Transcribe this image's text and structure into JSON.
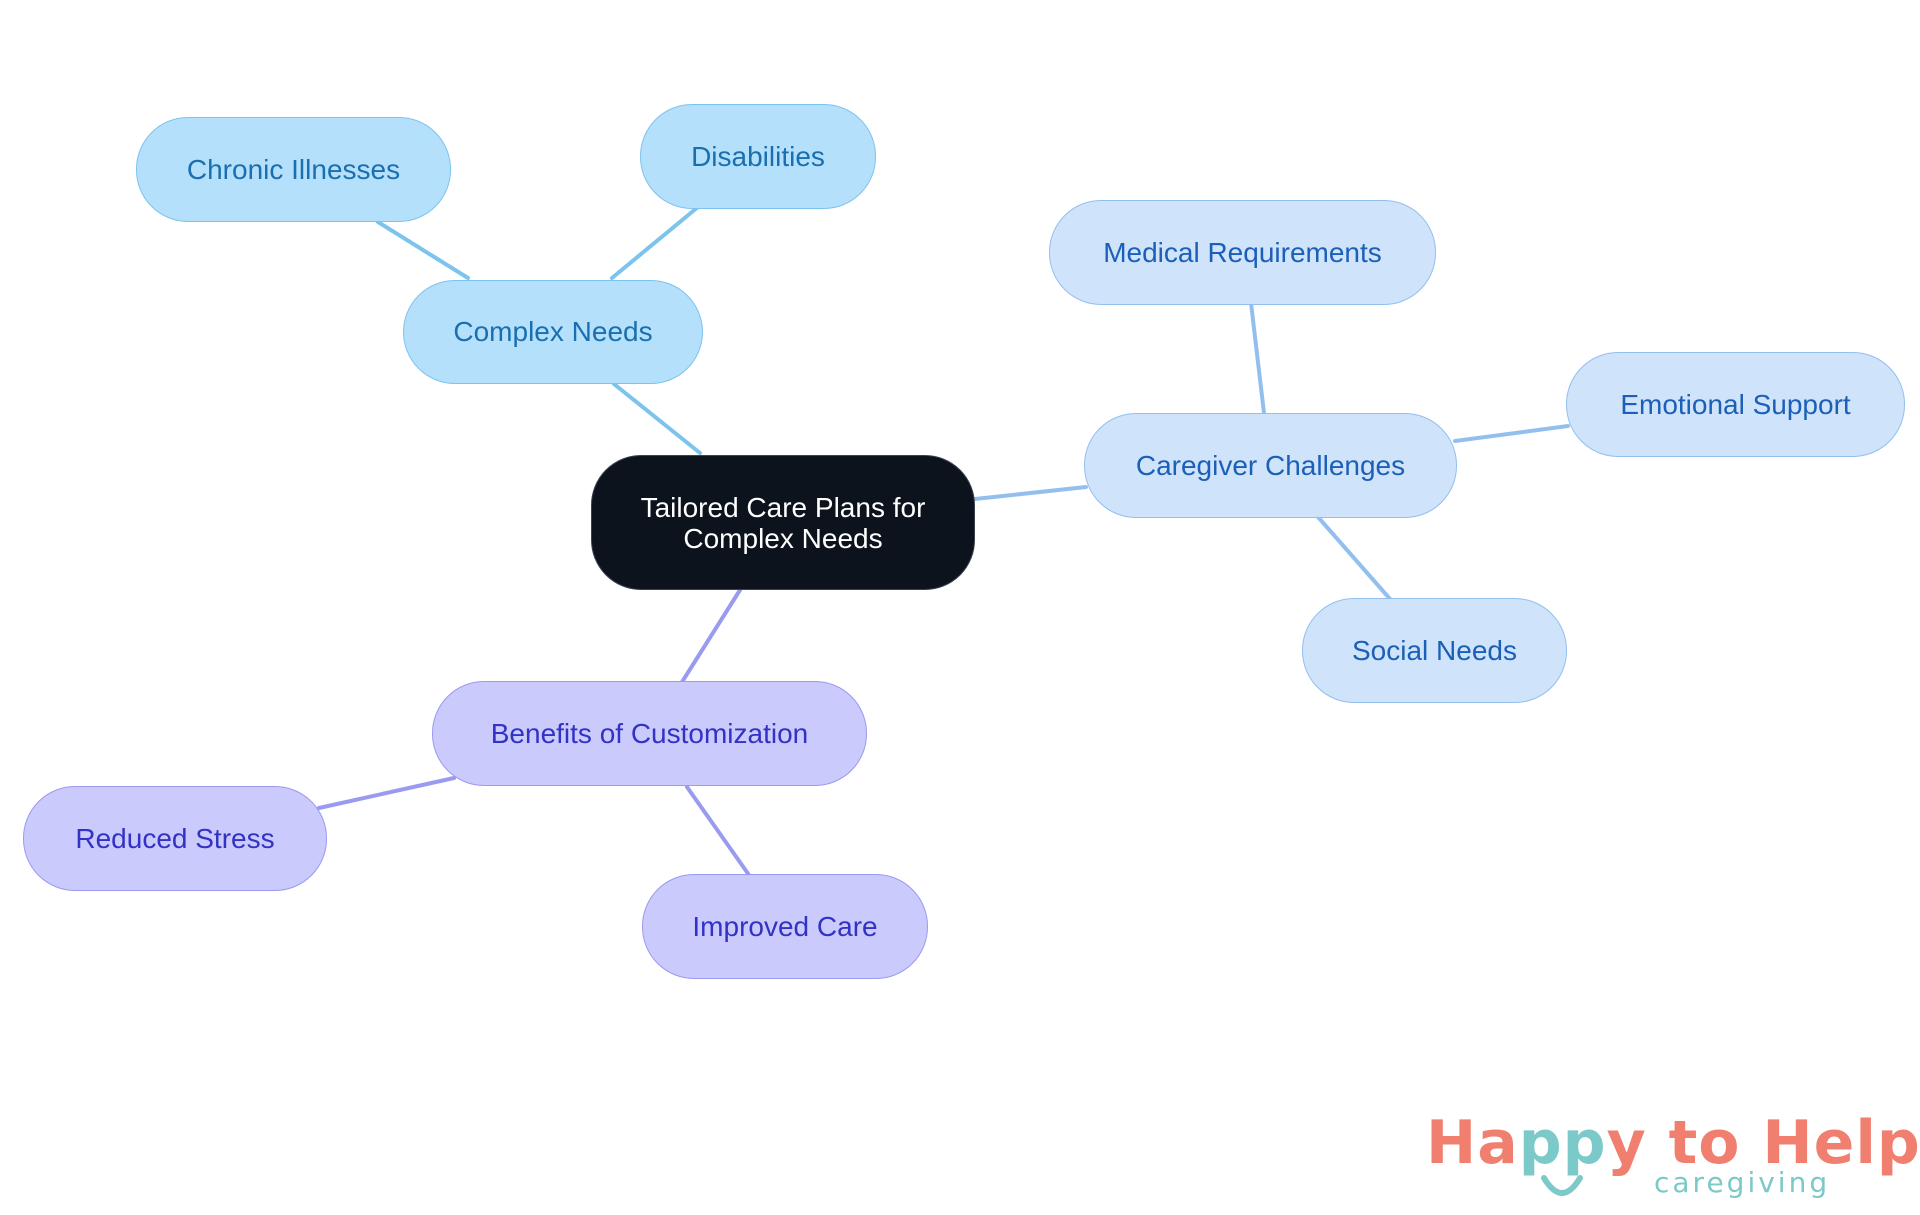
{
  "mindmap": {
    "root": {
      "label": "Tailored Care Plans for Complex Needs"
    },
    "branches": [
      {
        "label": "Complex Needs",
        "color": "#7cc3ee",
        "children": [
          {
            "label": "Chronic Illnesses"
          },
          {
            "label": "Disabilities"
          }
        ]
      },
      {
        "label": "Caregiver Challenges",
        "color": "#93bfef",
        "children": [
          {
            "label": "Medical Requirements"
          },
          {
            "label": "Emotional Support"
          },
          {
            "label": "Social Needs"
          }
        ]
      },
      {
        "label": "Benefits of Customization",
        "color": "#9a9af0",
        "children": [
          {
            "label": "Reduced Stress"
          },
          {
            "label": "Improved Care"
          }
        ]
      }
    ]
  },
  "logo": {
    "word_happy_start": "Ha",
    "word_happy_teal": "pp",
    "word_happy_end": "y",
    "word_rest": " to Help",
    "subtitle": "caregiving",
    "primary_color": "#f07f6f",
    "accent_color": "#7cc9c9"
  }
}
